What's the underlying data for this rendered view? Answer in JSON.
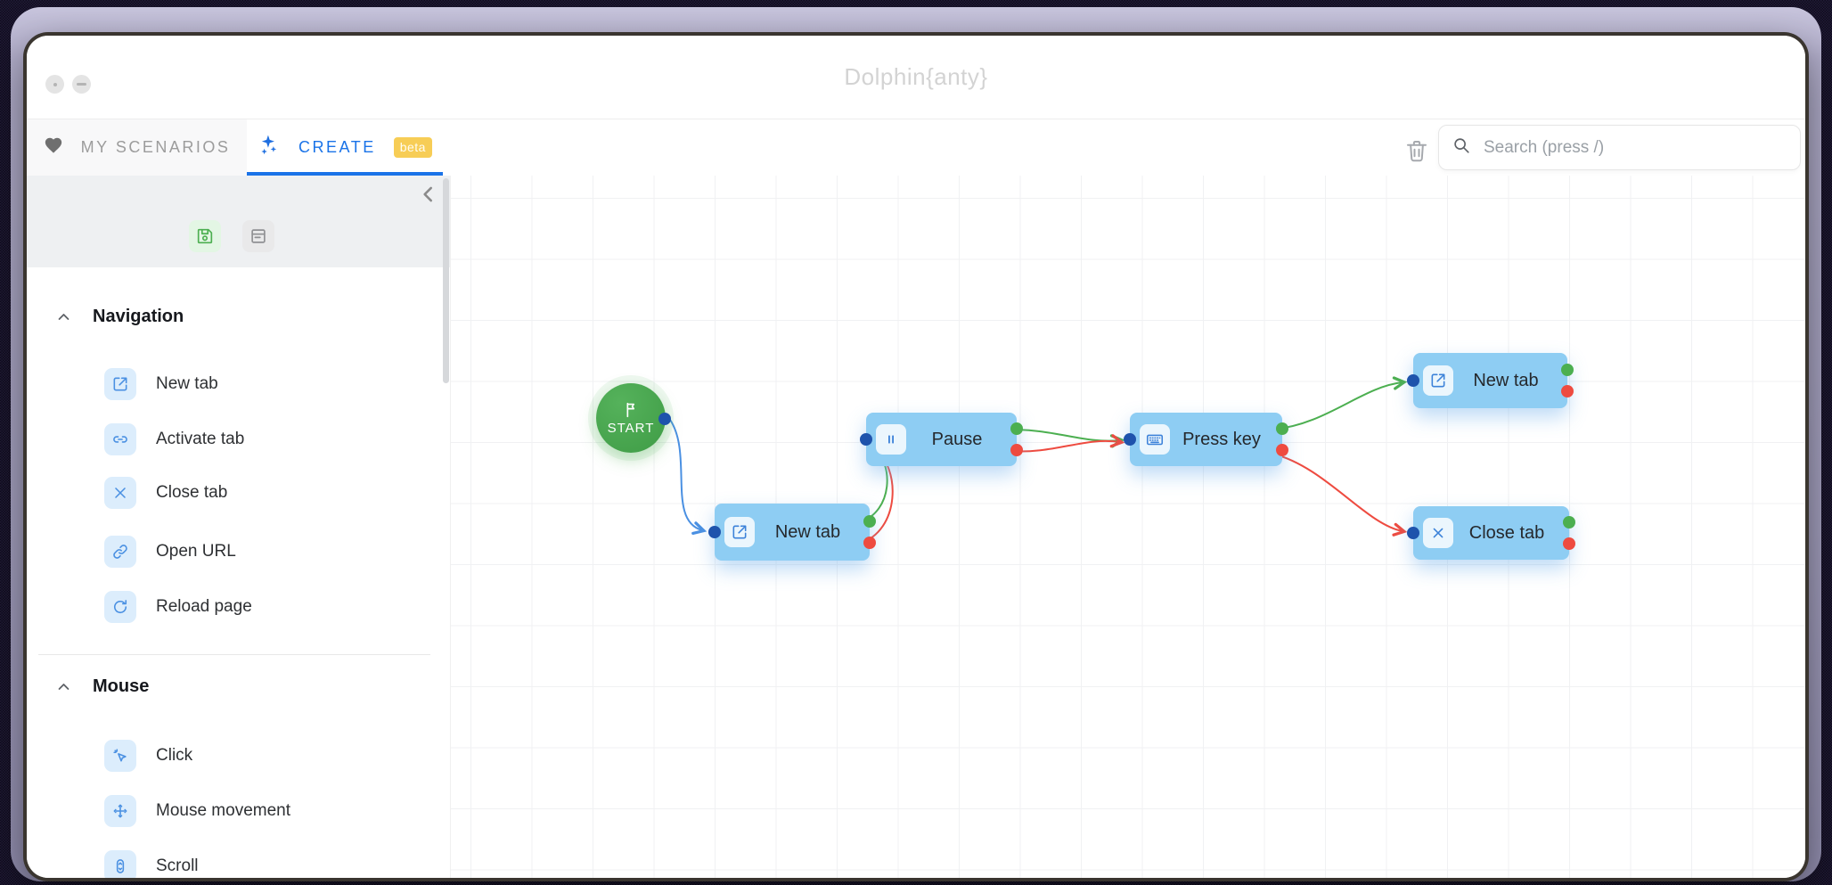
{
  "window": {
    "title": "Dolphin{anty}"
  },
  "tabs": {
    "my_scenarios": {
      "label": "MY SCENARIOS",
      "icon": "heart-icon"
    },
    "create": {
      "label": "CREATE",
      "badge": "beta",
      "icon": "sparkles-icon"
    }
  },
  "toolbar": {
    "search_placeholder": "Search (press /)",
    "trash_icon": "trash-icon"
  },
  "sidebar": {
    "tools": {
      "save_icon": "save-icon",
      "notes_icon": "notes-icon",
      "collapse_icon": "chevron-left-icon"
    },
    "sections": [
      {
        "label": "Navigation",
        "items": [
          {
            "label": "New tab",
            "icon": "new-tab-icon"
          },
          {
            "label": "Activate tab",
            "icon": "activate-tab-icon"
          },
          {
            "label": "Close tab",
            "icon": "close-tab-icon"
          },
          {
            "label": "Open URL",
            "icon": "open-url-icon"
          },
          {
            "label": "Reload page",
            "icon": "reload-page-icon"
          }
        ]
      },
      {
        "label": "Mouse",
        "items": [
          {
            "label": "Click",
            "icon": "click-icon"
          },
          {
            "label": "Mouse movement",
            "icon": "mouse-movement-icon"
          },
          {
            "label": "Scroll",
            "icon": "scroll-icon"
          }
        ]
      }
    ]
  },
  "canvas": {
    "start": {
      "label": "START",
      "icon": "flag-icon"
    },
    "nodes": [
      {
        "label": "New tab",
        "icon": "new-tab-icon"
      },
      {
        "label": "Pause",
        "icon": "pause-icon"
      },
      {
        "label": "Press key",
        "icon": "keyboard-icon"
      },
      {
        "label": "New tab",
        "icon": "new-tab-icon"
      },
      {
        "label": "Close tab",
        "icon": "close-tab-icon"
      }
    ]
  },
  "colors": {
    "accent": "#1a73e8",
    "node_fill": "#8ecdf3",
    "start_green": "#46a34c",
    "edge_success": "#4caf50",
    "edge_error": "#ee4b40",
    "edge_default": "#4a90e2",
    "port_in": "#1e53ac",
    "beta_badge_bg": "#f7cd56"
  }
}
